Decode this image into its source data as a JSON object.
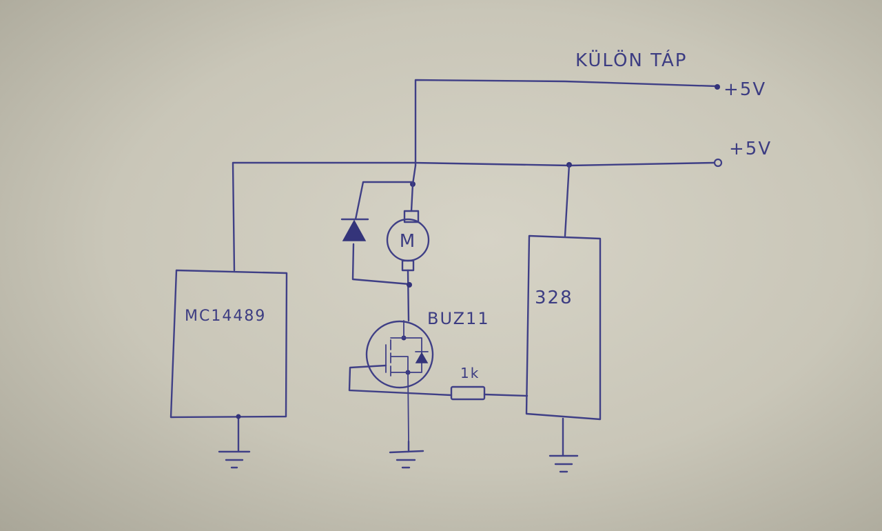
{
  "labels": {
    "separate_supply": "KÜLÖN TÁP",
    "supply_1": "+5V",
    "supply_2": "+5V",
    "motor": "M",
    "transistor": "BUZ11",
    "resistor": "1k",
    "ic_left": "MC14489",
    "ic_right": "328"
  },
  "colors": {
    "paper": "#c9c6b8",
    "ink": "#3f3f86"
  }
}
